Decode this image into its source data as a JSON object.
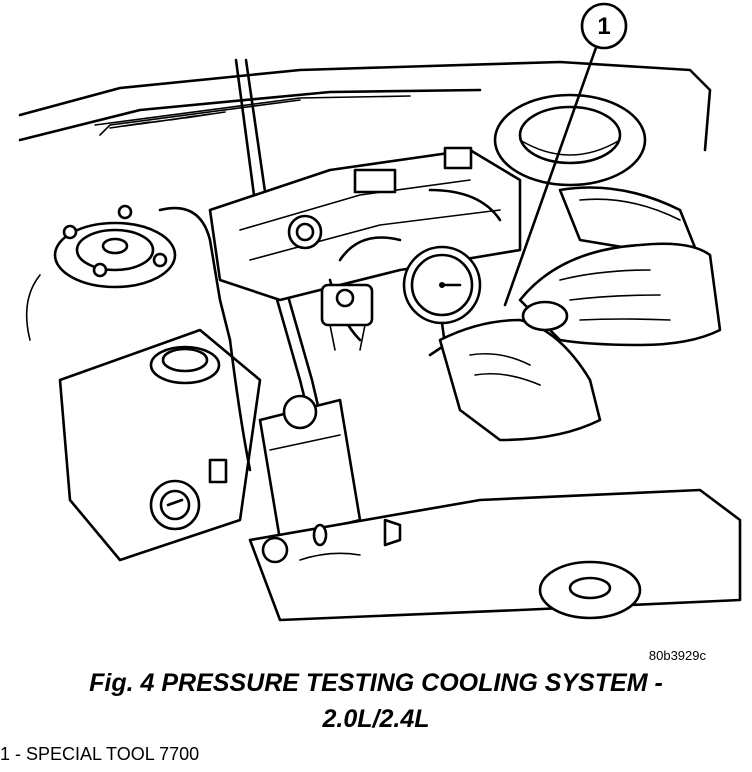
{
  "figure": {
    "callout_number": "1",
    "reference_code": "80b3929c",
    "caption_line1": "Fig. 4 PRESSURE TESTING COOLING SYSTEM -",
    "caption_line2": "2.0L/2.4L",
    "legend_item": "1 - SPECIAL TOOL 7700"
  }
}
